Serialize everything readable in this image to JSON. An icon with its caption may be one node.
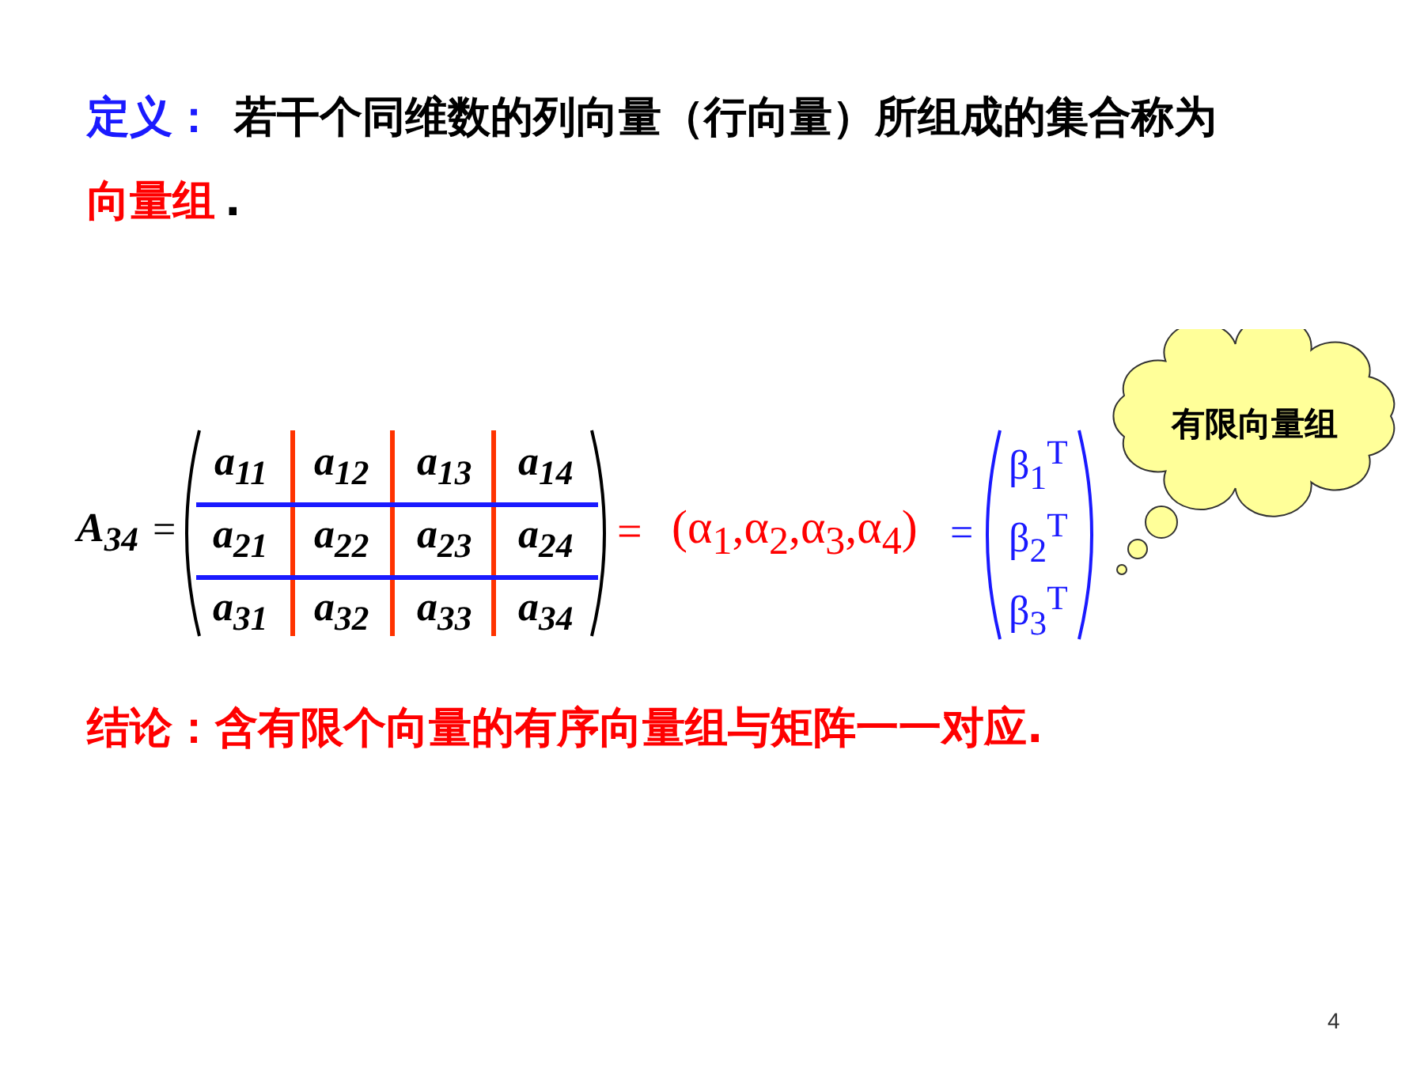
{
  "diagram": {
    "nodes": [
      {
        "text": [
          "有限向量组"
        ]
      }
    ],
    "labels": [
      "定义：",
      "若干个同维数的列向量（行向量）所组成的集合称为",
      "向量组",
      ".",
      "A$_{34}$",
      "=",
      "a$_{11}$",
      "a$_{12}$",
      "a$_{13}$",
      "a$_{14}$",
      "a$_{21}$",
      "a$_{22}$",
      "a$_{23}$",
      "a$_{24}$",
      "a$_{31}$",
      "a$_{32}$",
      "a$_{33}$",
      "a$_{34}$",
      "=",
      "(α$_{1}$,α$_{2}$,α$_{3}$,α$_{4}$)",
      "=",
      "β$_{1}$$^{T}$",
      "β$_{2}$$^{T}$",
      "β$_{3}$$^{T}$",
      "结论：含有限个向量的有序向量组与矩阵一一对应.",
      "4"
    ]
  }
}
